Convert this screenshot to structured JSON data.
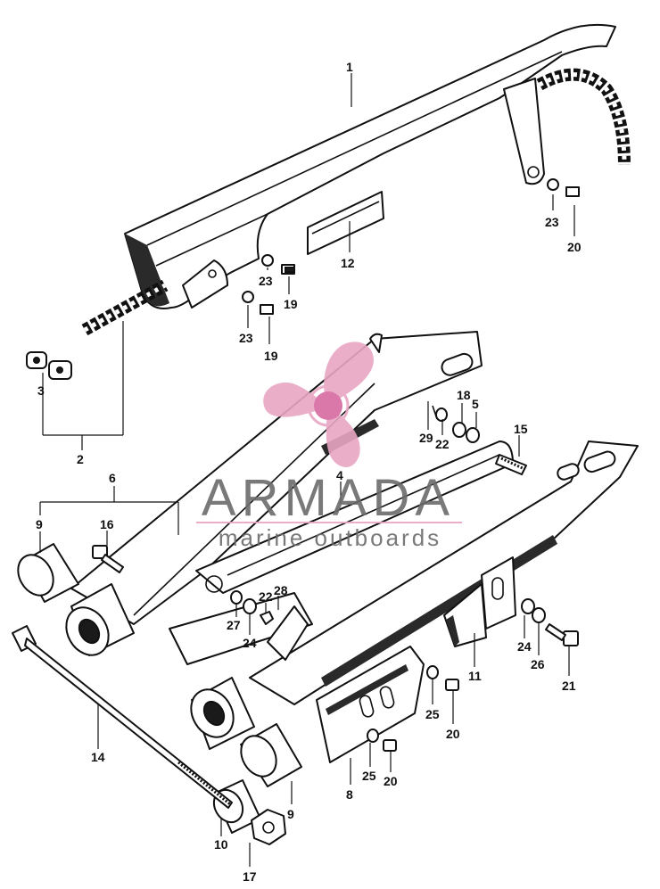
{
  "watermark": {
    "brand": "ARMADA",
    "tagline": "marine outboards",
    "logo_icon": "propeller-icon",
    "colors": {
      "logo": "#e9a6c4",
      "text": "#6b6b6b",
      "line": "#e9a6c4"
    }
  },
  "callouts": [
    {
      "id": "c1",
      "text": "1"
    },
    {
      "id": "c12",
      "text": "12"
    },
    {
      "id": "c23a",
      "text": "23"
    },
    {
      "id": "c20a",
      "text": "20"
    },
    {
      "id": "c23b",
      "text": "23"
    },
    {
      "id": "c19a",
      "text": "19"
    },
    {
      "id": "c23c",
      "text": "23"
    },
    {
      "id": "c19b",
      "text": "19"
    },
    {
      "id": "c3",
      "text": "3"
    },
    {
      "id": "c2",
      "text": "2"
    },
    {
      "id": "c18",
      "text": "18"
    },
    {
      "id": "c5",
      "text": "5"
    },
    {
      "id": "c29",
      "text": "29"
    },
    {
      "id": "c22a",
      "text": "22"
    },
    {
      "id": "c15",
      "text": "15"
    },
    {
      "id": "c4",
      "text": "4"
    },
    {
      "id": "c6",
      "text": "6"
    },
    {
      "id": "c9a",
      "text": "9"
    },
    {
      "id": "c16",
      "text": "16"
    },
    {
      "id": "c22b",
      "text": "22"
    },
    {
      "id": "c28",
      "text": "28"
    },
    {
      "id": "c27",
      "text": "27"
    },
    {
      "id": "c24a",
      "text": "24"
    },
    {
      "id": "c11",
      "text": "11"
    },
    {
      "id": "c24b",
      "text": "24"
    },
    {
      "id": "c26",
      "text": "26"
    },
    {
      "id": "c21",
      "text": "21"
    },
    {
      "id": "c25a",
      "text": "25"
    },
    {
      "id": "c20b",
      "text": "20"
    },
    {
      "id": "c14",
      "text": "14"
    },
    {
      "id": "c25b",
      "text": "25"
    },
    {
      "id": "c20c",
      "text": "20"
    },
    {
      "id": "c8",
      "text": "8"
    },
    {
      "id": "c9b",
      "text": "9"
    },
    {
      "id": "c10",
      "text": "10"
    },
    {
      "id": "c17",
      "text": "17"
    }
  ]
}
